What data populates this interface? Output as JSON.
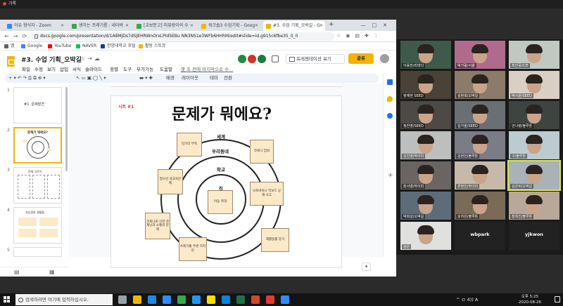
{
  "zoom": {
    "window_title": "기록"
  },
  "browser": {
    "tabs": [
      {
        "title": "이유 형식차 - Zoom",
        "icon_color": "#2d8cff"
      },
      {
        "title": "생각는 프레기롬 : 네이버",
        "icon_color": "#34a853"
      },
      {
        "title": "[교보문고] 미뷰랑이의 수",
        "icon_color": "#34a853"
      },
      {
        "title": "워크숍3 수업기획 - Goog",
        "icon_color": "#f4b400"
      },
      {
        "title": "#3. 수업 기획_오박길 - G",
        "icon_color": "#f4b400"
      }
    ],
    "new_tab_label": "+",
    "url": "docs.google.com/presentation/d/1A8MjDs7dSJEHRWnOrxLPIdSEBu NN3NS1e3WFb6HHhM/edit#slide=id.g915c6fbe35_0_0",
    "bookmarks": [
      {
        "label": "앱",
        "icon_color": "#5f6368"
      },
      {
        "label": "Google",
        "icon_color": "#4285f4"
      },
      {
        "label": "YouTube",
        "icon_color": "#ff0000"
      },
      {
        "label": "NAVER",
        "icon_color": "#03c75a"
      },
      {
        "label": "한양대학교 포털",
        "icon_color": "#1a3a8a"
      },
      {
        "label": "활동 스토뮤",
        "icon_color": "#f4b400"
      }
    ]
  },
  "slides": {
    "doc_title": "#3. 수업 기획_오박길",
    "menu": [
      "파일",
      "수정",
      "보기",
      "삽입",
      "서식",
      "슬라이드",
      "정렬",
      "도구",
      "부가기능",
      "도움말"
    ],
    "last_edit": "몇 초 전에 마지막으로 수...",
    "present_label": "프레젠테이션 보기",
    "share_label": "공유",
    "toolbar": {
      "background_label": "배경",
      "layout_label": "레이아웃",
      "theme_label": "테마",
      "transition_label": "전환"
    },
    "thumbnails": [
      {
        "num": "1",
        "text": "#1. 문제발견"
      },
      {
        "num": "2",
        "text": "문제가 뭐에요?"
      },
      {
        "num": "3",
        "text": "문제 고르기"
      },
      {
        "num": "4",
        "text": "지능정보 생활돕"
      },
      {
        "num": "5",
        "text": ""
      }
    ],
    "slide": {
      "sheet_label": "시트 #1",
      "title": "문제가 뭐에요?",
      "rings": [
        "세계",
        "우리동네",
        "학교",
        "집"
      ],
      "notes": [
        "잉가리 부족",
        "코로나 집회",
        "청소년 성교육문제",
        "아동 학대",
        "오토바이나 킥보드 공해 사고",
        "코로나로 인한 경제난과 소통의 문제",
        "쓰레기통 주변 지저분",
        "재활용률 증가"
      ]
    }
  },
  "zoom_gallery": {
    "tiles": [
      {
        "name": "이용찬/피벗다",
        "bg": "#3f5a4a"
      },
      {
        "name": "박가람/서울",
        "bg": "#b06b8c"
      },
      {
        "name": "최민웅/CIE",
        "bg": "#bfc9c2"
      },
      {
        "name": "정재현 SEED",
        "bg": "#4a4236"
      },
      {
        "name": "김현희/오박길",
        "bg": "#8c7b6a"
      },
      {
        "name": "박시윤/SEED",
        "bg": "#d9cfc2"
      },
      {
        "name": "정찬영/SEED",
        "bg": "#4d4a45"
      },
      {
        "name": "김가을/SEED",
        "bg": "#6a6f74"
      },
      {
        "name": "안나령/블루톤",
        "bg": "#3e4440"
      },
      {
        "name": "김진영/하이미",
        "bg": "#bdbfbf"
      },
      {
        "name": "김현진/블루톤",
        "bg": "#7a7c86"
      },
      {
        "name": "구/블루톤",
        "bg": "#bccbd0"
      },
      {
        "name": "최서영/하이미",
        "bg": "#6a6462"
      },
      {
        "name": "류현진/하이미",
        "bg": "#c7b9aa"
      },
      {
        "name": "김은비/오박길",
        "bg": "#a9b2b6"
      },
      {
        "name": "박희성/오박길",
        "bg": "#5c6c79"
      },
      {
        "name": "오지은/블루톤",
        "bg": "#7a6a58"
      },
      {
        "name": "장희진/블루톤",
        "bg": "#b8a89a"
      },
      {
        "name": "김은",
        "bg": "#e0e0de"
      },
      {
        "name": "wbpark",
        "bg": "#222222",
        "text_only": true
      },
      {
        "name": "yjkwon",
        "bg": "#222222",
        "text_only": true
      }
    ]
  },
  "taskbar": {
    "search_placeholder": "검색하려면 여기에 입력하십시오.",
    "apps": [
      {
        "name": "task-view",
        "color": "#9aa0a6"
      },
      {
        "name": "file-explorer",
        "color": "#f4b400"
      },
      {
        "name": "store",
        "color": "#1e88e5"
      },
      {
        "name": "zoom",
        "color": "#2d8cff"
      },
      {
        "name": "chrome",
        "color": "#34a853"
      },
      {
        "name": "hancom",
        "color": "#2196f3"
      },
      {
        "name": "kakao",
        "color": "#fae100"
      },
      {
        "name": "edge",
        "color": "#0a84d6"
      },
      {
        "name": "excel",
        "color": "#1e7145"
      },
      {
        "name": "powerpoint",
        "color": "#d24726"
      },
      {
        "name": "acrobat",
        "color": "#e53935"
      },
      {
        "name": "zoom-meeting",
        "color": "#2d8cff"
      }
    ],
    "tray_text": "^ ㅁ 4)) A",
    "time": "오후 5:25",
    "date": "2020-08-26"
  }
}
